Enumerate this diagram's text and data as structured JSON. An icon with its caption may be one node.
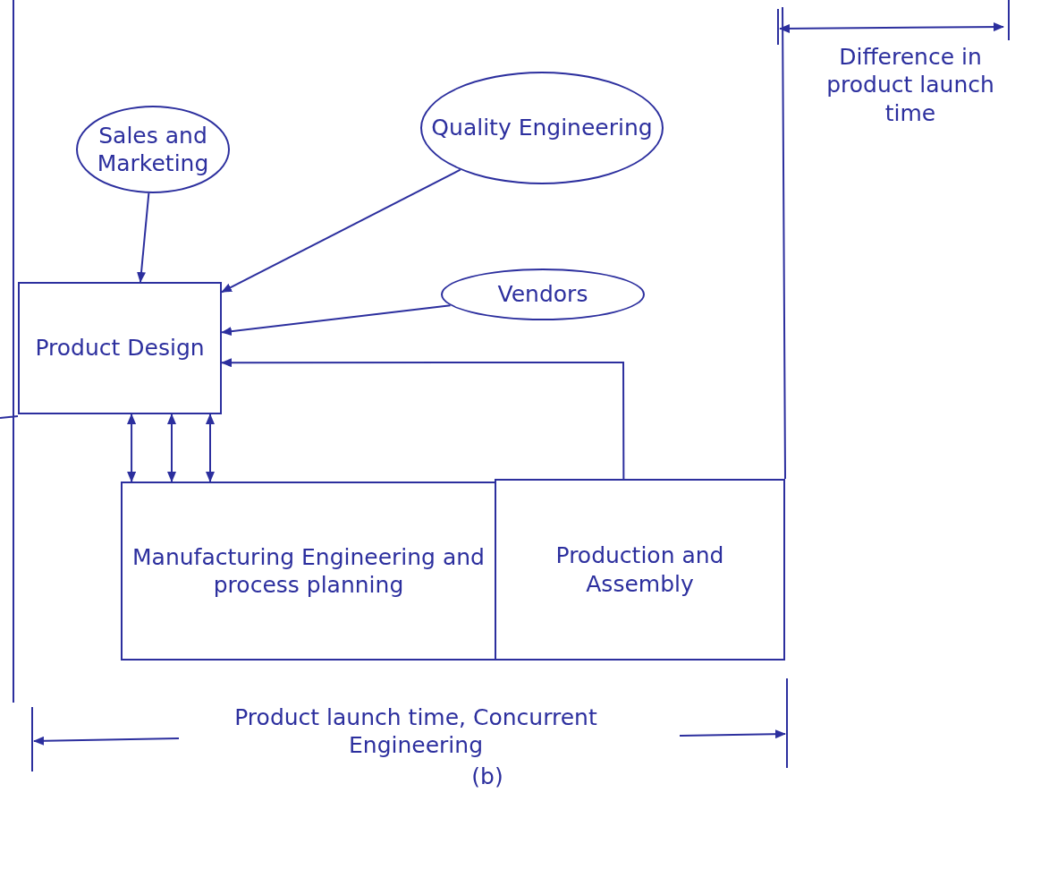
{
  "diagram": {
    "nodes": [
      {
        "text": [
          "Sales and Marketing"
        ]
      },
      {
        "text": [
          "Quality Engineering"
        ]
      },
      {
        "text": [
          "Vendors"
        ]
      },
      {
        "text": [
          "Product Design"
        ]
      },
      {
        "text": [
          "Manufacturing Engineering and process planning"
        ]
      },
      {
        "text": [
          "Production and Assembly"
        ]
      }
    ],
    "edges": [
      {
        "from": 0,
        "to": 3,
        "arrow": "to"
      },
      {
        "from": 1,
        "to": 3,
        "arrow": "to"
      },
      {
        "from": 2,
        "to": 3,
        "arrow": "to"
      },
      {
        "from": 5,
        "to": 3,
        "arrow": "to"
      },
      {
        "from": 3,
        "to": 4,
        "arrow": "both"
      },
      {
        "from": 3,
        "to": 4,
        "arrow": "both"
      },
      {
        "from": 3,
        "to": 4,
        "arrow": "both"
      }
    ],
    "labels": [
      "Difference in product launch time",
      "Product launch time, Concurrent Engineering",
      "(b)"
    ]
  }
}
